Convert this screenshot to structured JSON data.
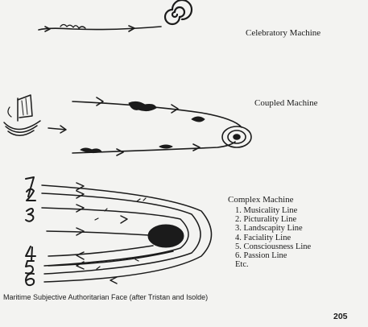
{
  "figures": {
    "celebratory_label": "Celebratory Machine",
    "coupled_label": "Coupled Machine",
    "complex_label": "Complex Machine",
    "complex_items": [
      "1.  Musicality Line",
      "2.  Picturality Line",
      "3.  Landscapity Line",
      "4.  Faciality Line",
      "5.  Consciousness Line",
      "6.  Passion Line",
      "Etc."
    ],
    "line_numbers": [
      "1",
      "2",
      "3",
      "4",
      "5",
      "6"
    ]
  },
  "caption": "Maritime Subjective Authoritarian Face (after Tristan and Isolde)",
  "page_number": "205"
}
